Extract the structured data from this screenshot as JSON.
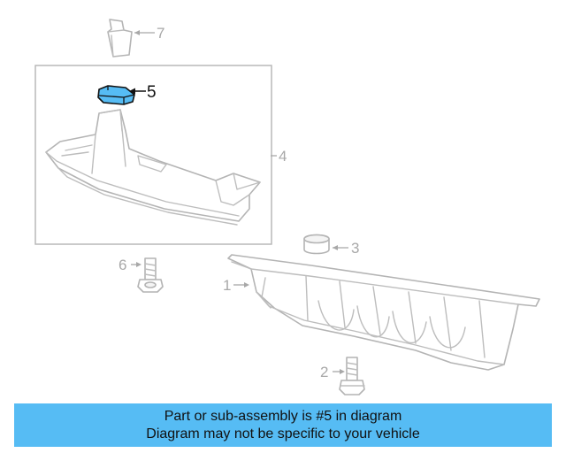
{
  "callouts": {
    "part_1": "1",
    "part_2": "2",
    "part_3": "3",
    "part_4": "4",
    "part_5": "5",
    "part_6": "6",
    "part_7": "7"
  },
  "highlight_part": "5",
  "colors": {
    "highlight": "#56bcf4",
    "banner": "#56bcf4",
    "line_art": "#b4b4b4",
    "callout_text": "#a8a8a8"
  },
  "banner": {
    "line1": "Part or sub-assembly is #5 in diagram",
    "line2": "Diagram may not be specific to your vehicle"
  }
}
